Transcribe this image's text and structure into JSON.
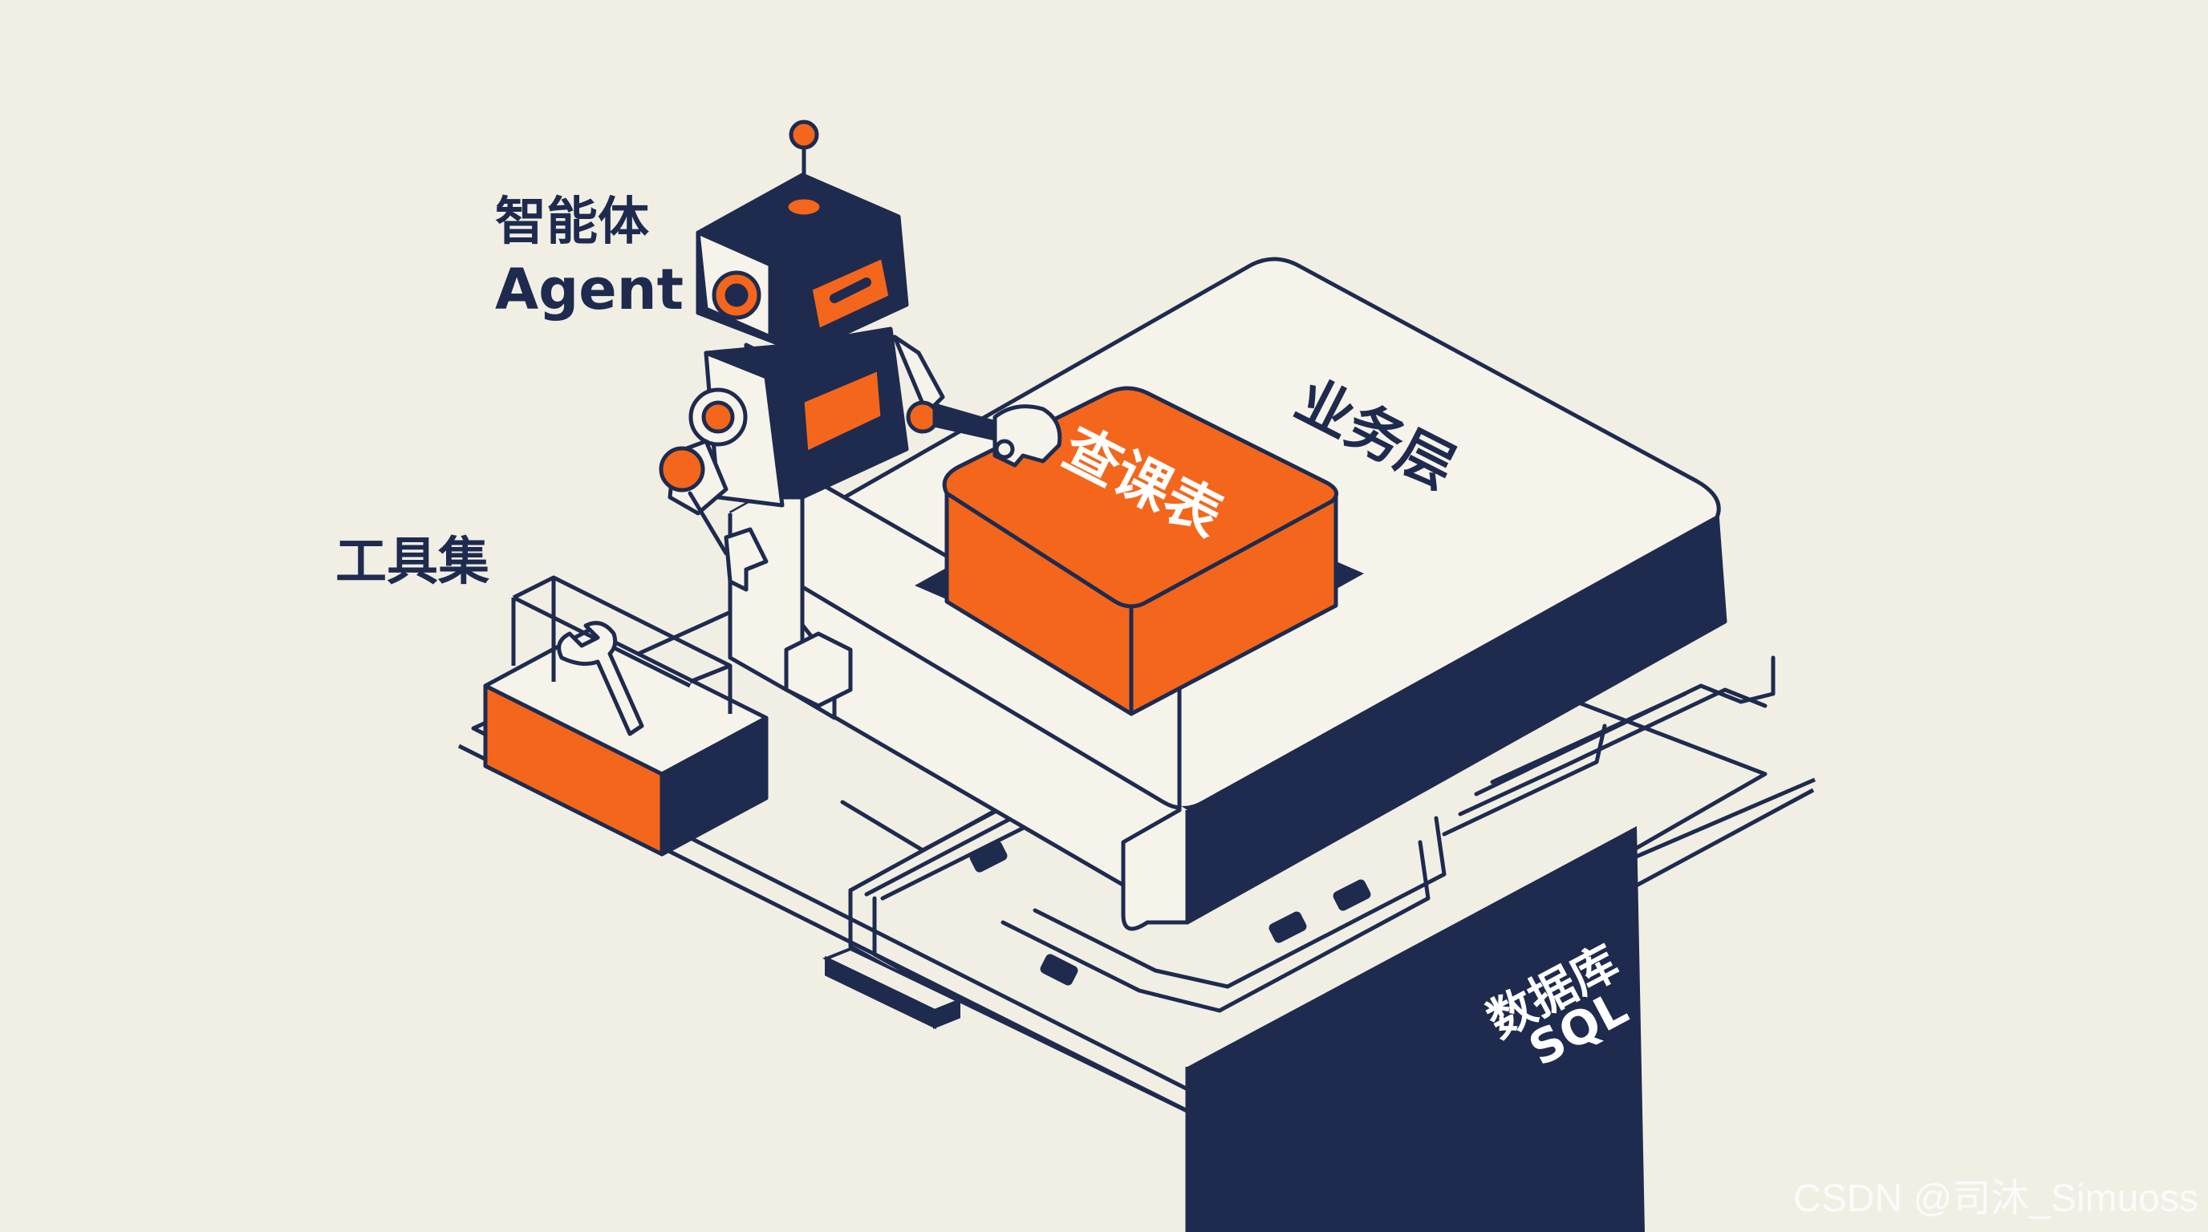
{
  "labels": {
    "agent_cn": "智能体",
    "agent_en": "Agent",
    "toolset": "工具集",
    "business_layer": "业务层",
    "query_button": "查课表",
    "database_cn": "数据库",
    "database_en": "SQL"
  },
  "watermark": "CSDN @司沐_Simuoss",
  "colors": {
    "background": "#f1eee4",
    "navy": "#1e2b4f",
    "orange": "#f4661b",
    "platform": "#f6f3ea"
  },
  "icons": [
    "robot-icon",
    "toolbox-icon",
    "wrench-icon",
    "connector-icon"
  ]
}
